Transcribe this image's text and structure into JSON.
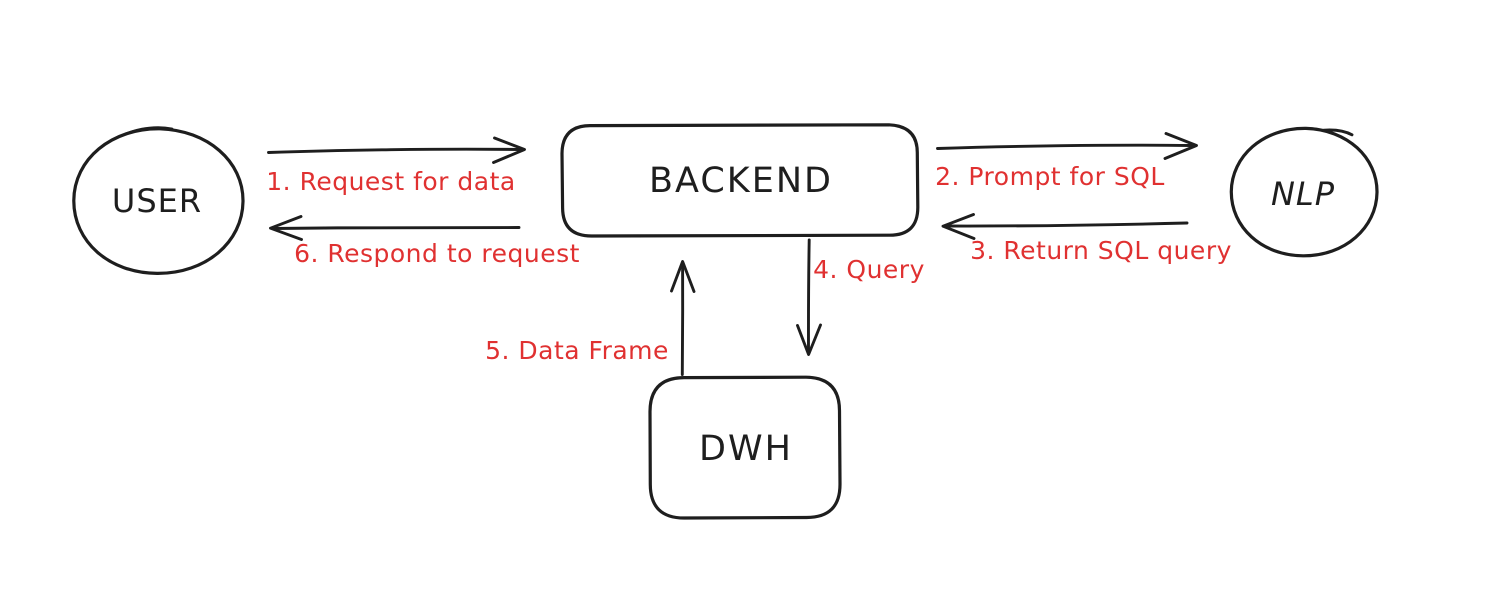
{
  "colors": {
    "background": "#ffffff",
    "stroke": "#1e1e1e",
    "edge_label": "#e03131"
  },
  "nodes": {
    "user": {
      "label": "USER",
      "shape": "circle"
    },
    "backend": {
      "label": "BACKEND",
      "shape": "rounded-rectangle"
    },
    "nlp": {
      "label": "NLP",
      "shape": "circle"
    },
    "dwh": {
      "label": "DWH",
      "shape": "rounded-rectangle"
    }
  },
  "edges": [
    {
      "step": "1",
      "label": "1. Request for data",
      "from": "user",
      "to": "backend",
      "direction": "right"
    },
    {
      "step": "2",
      "label": "2. Prompt for SQL",
      "from": "backend",
      "to": "nlp",
      "direction": "right"
    },
    {
      "step": "3",
      "label": "3. Return SQL query",
      "from": "nlp",
      "to": "backend",
      "direction": "left"
    },
    {
      "step": "4",
      "label": "4. Query",
      "from": "backend",
      "to": "dwh",
      "direction": "down"
    },
    {
      "step": "5",
      "label": "5. Data Frame",
      "from": "dwh",
      "to": "backend",
      "direction": "up"
    },
    {
      "step": "6",
      "label": "6. Respond to request",
      "from": "backend",
      "to": "user",
      "direction": "left"
    }
  ]
}
